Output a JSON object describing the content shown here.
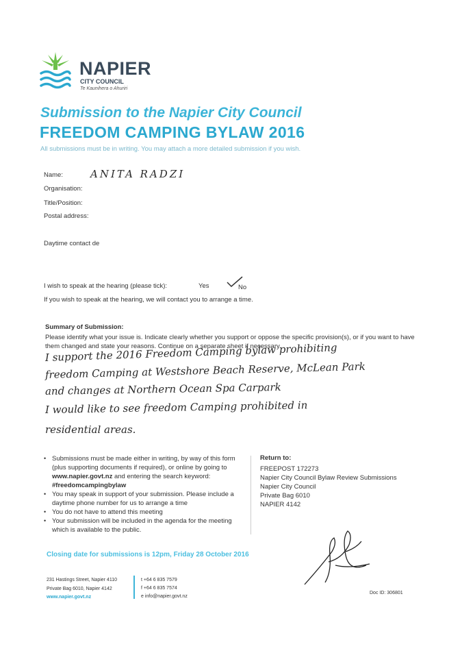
{
  "header": {
    "brand_name": "NAPIER",
    "brand_sub": "CITY COUNCIL",
    "brand_maori": "Te Kaunihera o Ahuriri",
    "title_line1": "Submission to the Napier City Council",
    "title_line2": "FREEDOM CAMPING BYLAW 2016",
    "intro": "All submissions must be in writing. You may attach a more detailed submission if you wish."
  },
  "form": {
    "name_label": "Name:",
    "name_value": "ANITA   RADZI",
    "organisation_label": "Organisation:",
    "title_label": "Title/Position:",
    "postal_label": "Postal address:",
    "daytime_label": "Daytime contact de",
    "speak_label": "I wish to speak at the hearing (please tick):",
    "yes_label": "Yes",
    "no_label": "No",
    "speak_note": "If you wish to speak at the hearing, we will contact you to arrange a time."
  },
  "summary": {
    "heading": "Summary of Submission:",
    "instructions": "Please identify what your issue is. Indicate clearly whether you support or oppose the specific provision(s), or if you want to have them changed and state your reasons. Continue on a separate sheet if necessary.",
    "handwritten": [
      "I support the 2016 Freedom Camping bylaw prohibiting",
      "freedom Camping at Westshore Beach Reserve, McLean Park",
      "and changes at Northern Ocean Spa Carpark",
      "I would like to see freedom Camping prohibited in",
      "residential areas."
    ]
  },
  "bullets": [
    {
      "pre": "Submissions must be made either in writing, by way of this form (plus supporting documents if required), or online by going to ",
      "b1": "www.napier.govt.nz",
      "mid": " and entering the search keyword: ",
      "b2": "#freedomcampingbylaw"
    },
    {
      "pre": "You may speak in support of your submission. Please include a daytime phone number for us to arrange a time"
    },
    {
      "pre": "You do not have to attend this meeting"
    },
    {
      "pre": "Your submission will be included in the agenda for the meeting which is available to the public."
    }
  ],
  "return": {
    "heading": "Return to:",
    "lines": [
      "FREEPOST 172273",
      "Napier City Council Bylaw Review Submissions",
      "Napier City Council",
      "Private Bag 6010",
      "NAPIER 4142"
    ]
  },
  "closing": "Closing date for submissions is 12pm, Friday 28 October 2016",
  "footer": {
    "addr1": "231 Hastings Street, Napier 4110",
    "addr2": "Private Bag 6010, Napier 4142",
    "url": "www.napier.govt.nz",
    "phone": "t +64 6 835 7579",
    "fax": "f +64 6 835 7574",
    "email": "e info@napier.govt.nz",
    "doc_id": "Doc ID: 306801"
  },
  "colors": {
    "brand_blue": "#2ba8cf",
    "brand_green": "#6cc04a",
    "dark_text": "#3a4a5a"
  }
}
